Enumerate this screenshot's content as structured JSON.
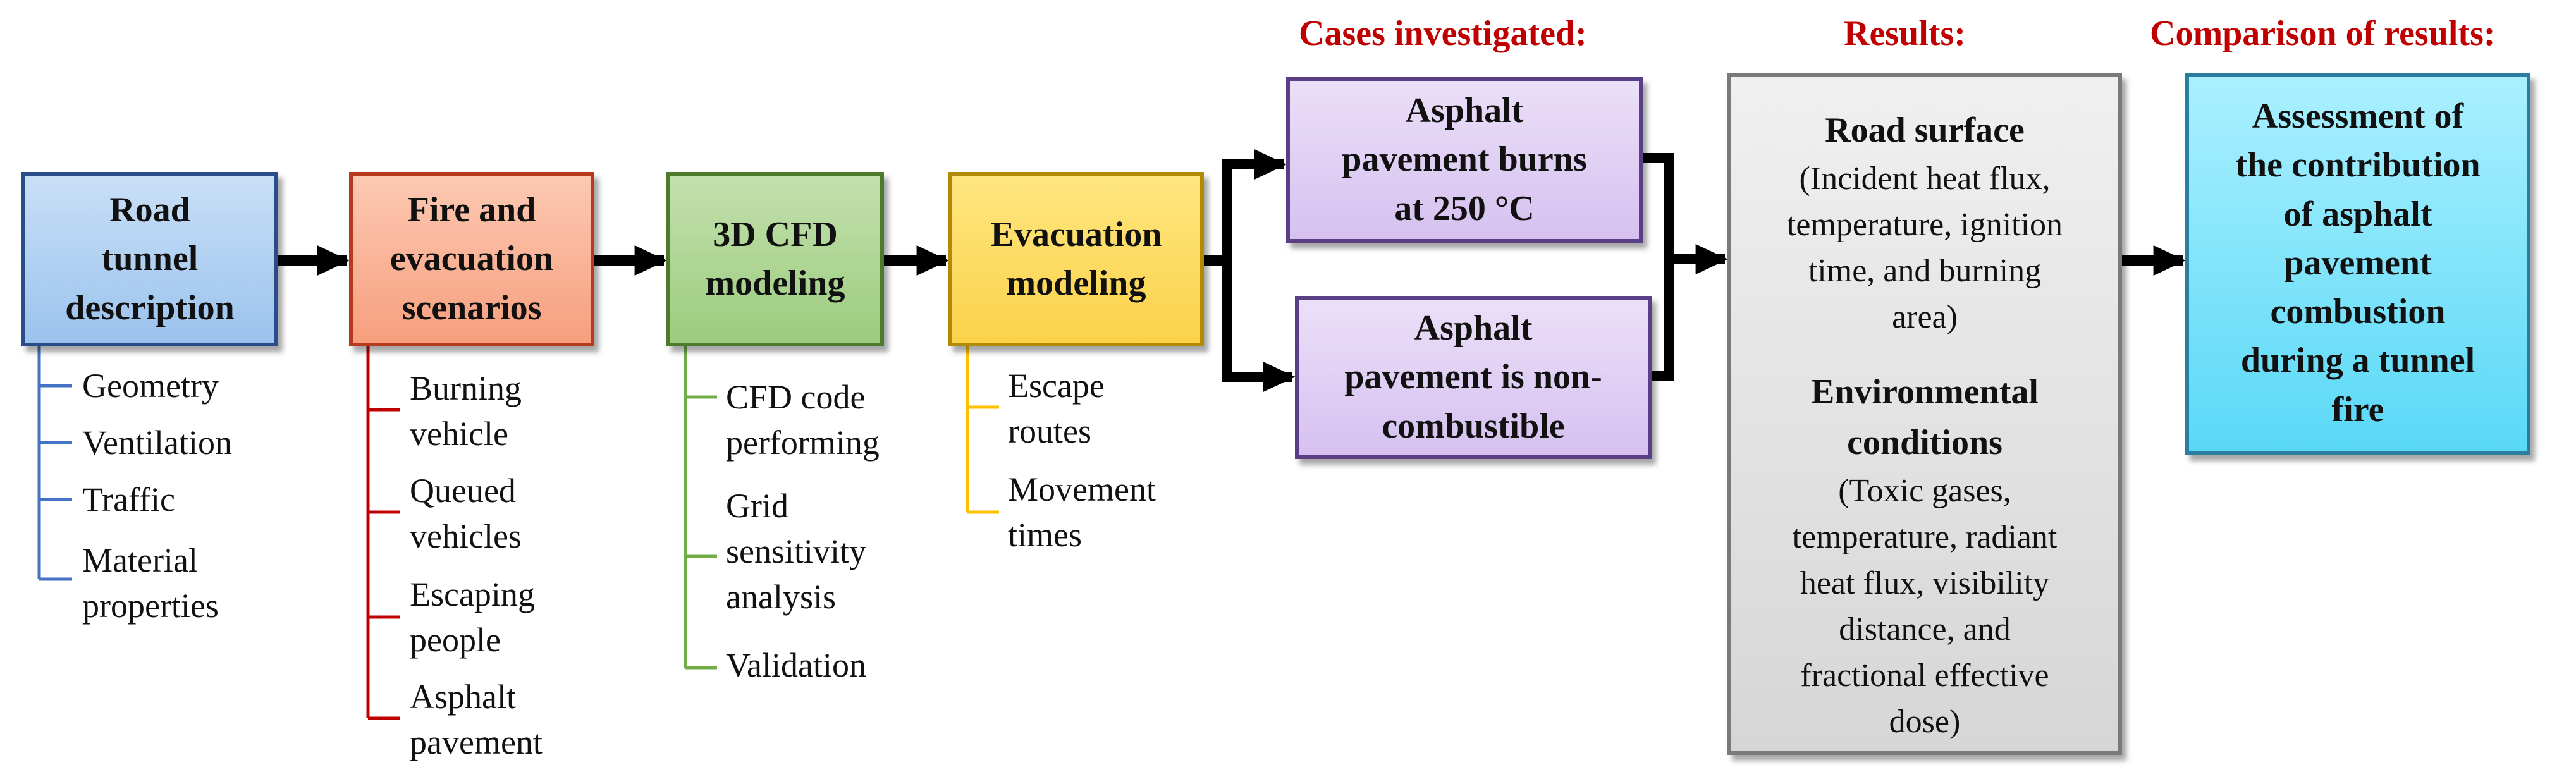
{
  "nodes": {
    "road_tunnel": {
      "lines": [
        "Road",
        "tunnel",
        "description"
      ]
    },
    "fire_scenarios": {
      "lines": [
        "Fire and",
        "evacuation",
        "scenarios"
      ]
    },
    "cfd_modeling": {
      "lines": [
        "3D CFD",
        "modeling"
      ]
    },
    "evacuation_modeling": {
      "lines": [
        "Evacuation",
        "modeling"
      ]
    },
    "case_burns": {
      "lines": [
        "Asphalt",
        "pavement burns",
        "at 250 °C"
      ]
    },
    "case_noncombustible": {
      "lines": [
        "Asphalt",
        "pavement is non-",
        "combustible"
      ]
    },
    "results": {
      "road_surface_title": "Road surface",
      "road_surface_detail": [
        "(Incident heat flux,",
        "temperature, ignition",
        "time, and burning",
        "area)"
      ],
      "environment_title": [
        "Environmental",
        "conditions"
      ],
      "environment_detail": [
        "(Toxic gases,",
        "temperature, radiant",
        "heat flux, visibility",
        "distance, and",
        "fractional effective",
        "dose)"
      ]
    },
    "comparison": {
      "lines": [
        "Assessment of",
        "the contribution",
        "of asphalt",
        "pavement",
        "combustion",
        "during a tunnel",
        "fire"
      ]
    }
  },
  "headers": {
    "cases": "Cases investigated:",
    "results": "Results:",
    "comparison": "Comparison of results:"
  },
  "sub_items": {
    "road_tunnel": [
      [
        "Geometry"
      ],
      [
        "Ventilation"
      ],
      [
        "Traffic"
      ],
      [
        "Material",
        "properties"
      ]
    ],
    "fire_scenarios": [
      [
        "Burning",
        "vehicle"
      ],
      [
        "Queued",
        "vehicles"
      ],
      [
        "Escaping",
        "people"
      ],
      [
        "Asphalt",
        "pavement"
      ]
    ],
    "cfd_modeling": [
      [
        "CFD code",
        "performing"
      ],
      [
        "Grid",
        "sensitivity",
        "analysis"
      ],
      [
        "Validation"
      ]
    ],
    "evacuation_modeling": [
      [
        "Escape",
        "routes"
      ],
      [
        "Movement",
        "times"
      ]
    ]
  },
  "colors": {
    "road_tunnel_line": "#4472c4",
    "fire_scenarios_line": "#c00000",
    "cfd_modeling_line": "#70ad47",
    "evacuation_modeling_line": "#ffc000",
    "header_text": "#c00000",
    "arrow": "#000000"
  }
}
